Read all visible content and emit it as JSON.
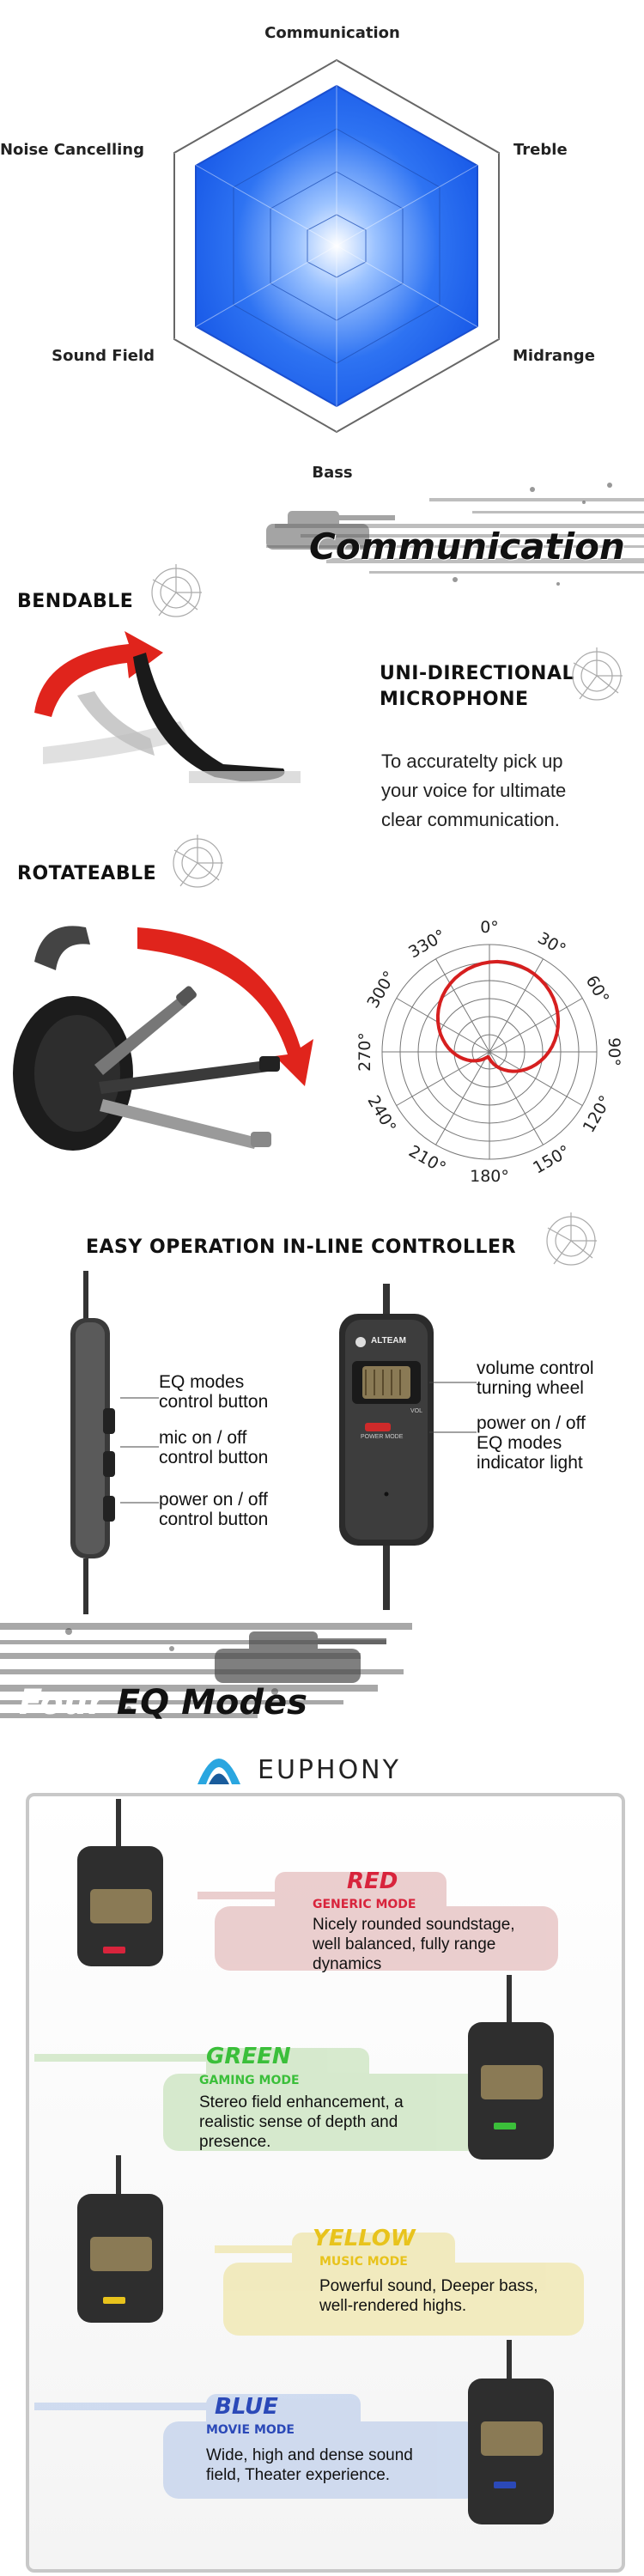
{
  "radar": {
    "labels": {
      "communication": "Communication",
      "treble": "Treble",
      "midrange": "Midrange",
      "bass": "Bass",
      "sound_field": "Sound Field",
      "noise_cancelling": "Noise Cancelling"
    },
    "fill_color": "#1e63f0"
  },
  "communication_banner": {
    "title": "Communication"
  },
  "bendable": {
    "heading": "BENDABLE"
  },
  "microphone": {
    "heading_line1": "UNI-DIRECTIONAL",
    "heading_line2": "MICROPHONE",
    "desc_line1": "To accuratelty pick up",
    "desc_line2": "your voice for ultimate",
    "desc_line3": "clear communication."
  },
  "rotateable": {
    "heading": "ROTATEABLE"
  },
  "polar": {
    "angles": [
      "330°",
      "0°",
      "30°",
      "60°",
      "90°",
      "120°",
      "150°",
      "180°",
      "210°",
      "240°",
      "270°",
      "300°"
    ],
    "curve_color": "#d61f1f"
  },
  "controller": {
    "heading": "EASY OPERATION IN-LINE CONTROLLER",
    "left_labels": [
      {
        "line1": "EQ modes",
        "line2": "control button"
      },
      {
        "line1": "mic on / off",
        "line2": "control button"
      },
      {
        "line1": "power on / off",
        "line2": "control button"
      }
    ],
    "right_labels": [
      {
        "line1": "volume control",
        "line2": "turning wheel",
        "line3": ""
      },
      {
        "line1": "power on / off",
        "line2": "EQ modes",
        "line3": "indicator light"
      }
    ],
    "device_brand": "ALTEAM",
    "device_mode_text": "POWER MODE",
    "device_vol_text": "VOL"
  },
  "eq_banner": {
    "title_part1": "Four",
    "title_part2": "EQ Modes"
  },
  "euphony": {
    "logo_text": "EUPHONY"
  },
  "modes": [
    {
      "name": "RED",
      "subtitle": "GENERIC MODE",
      "line1": "Nicely rounded soundstage,",
      "line2": "well balanced, fully range",
      "line3": "dynamics",
      "color": "#d8243c",
      "bg": "#e9c9c9"
    },
    {
      "name": "GREEN",
      "subtitle": "GAMING MODE",
      "line1": "Stereo field enhancement, a",
      "line2": "realistic sense of depth and",
      "line3": "presence.",
      "color": "#3bbf3a",
      "bg": "#d3e8c9"
    },
    {
      "name": "YELLOW",
      "subtitle": "MUSIC MODE",
      "line1": "Powerful sound, Deeper bass,",
      "line2": "well-rendered highs.",
      "line3": "",
      "color": "#e8c31c",
      "bg": "#f1e9b8"
    },
    {
      "name": "BLUE",
      "subtitle": "MOVIE MODE",
      "line1": "Wide, high and dense sound",
      "line2": "field, Theater experience.",
      "line3": "",
      "color": "#2b49b8",
      "bg": "#cbd8ee"
    }
  ]
}
